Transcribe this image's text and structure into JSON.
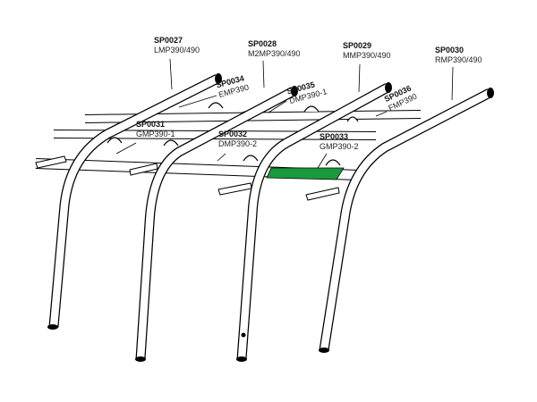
{
  "parts": [
    {
      "code": "SP0027",
      "name": "LMP390/490"
    },
    {
      "code": "SP0028",
      "name": "M2MP390/490"
    },
    {
      "code": "SP0029",
      "name": "MMP390/490"
    },
    {
      "code": "SP0030",
      "name": "RMP390/490"
    },
    {
      "code": "SP0034",
      "name": "EMP390"
    },
    {
      "code": "SP0035",
      "name": "DMP390-1"
    },
    {
      "code": "SP0036",
      "name": "FMP390"
    },
    {
      "code": "SP0031",
      "name": "GMP390-1"
    },
    {
      "code": "SP0032",
      "name": "DMP390-2"
    },
    {
      "code": "SP0033",
      "name": "GMP390-2"
    }
  ],
  "highlight_color": "#1a9a3c"
}
